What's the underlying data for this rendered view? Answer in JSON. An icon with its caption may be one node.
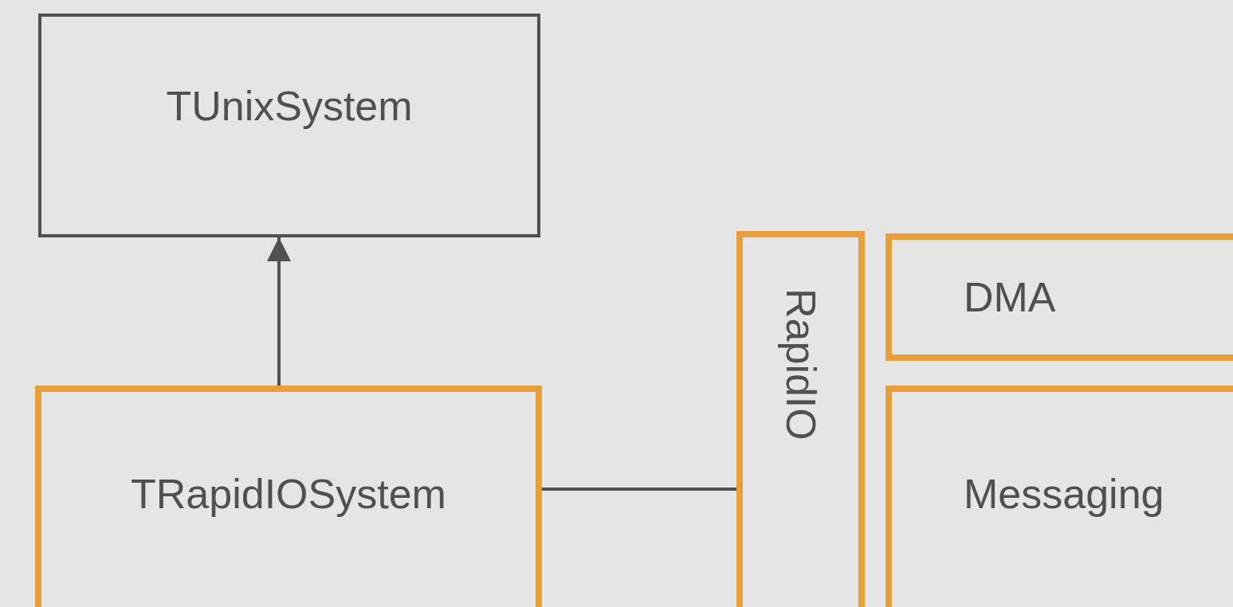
{
  "diagram": {
    "nodes": [
      {
        "text": [
          "TUnixSystem"
        ]
      },
      {
        "text": [
          "TRapidIOSystem"
        ]
      },
      {
        "text": [
          "RapidIO"
        ]
      },
      {
        "text": [
          "DMA"
        ]
      },
      {
        "text": [
          "Messaging"
        ]
      }
    ],
    "edges": [
      {
        "from": 1,
        "to": 0,
        "arrow": "to"
      },
      {
        "from": 1,
        "to": 2,
        "arrow": "none"
      }
    ]
  }
}
